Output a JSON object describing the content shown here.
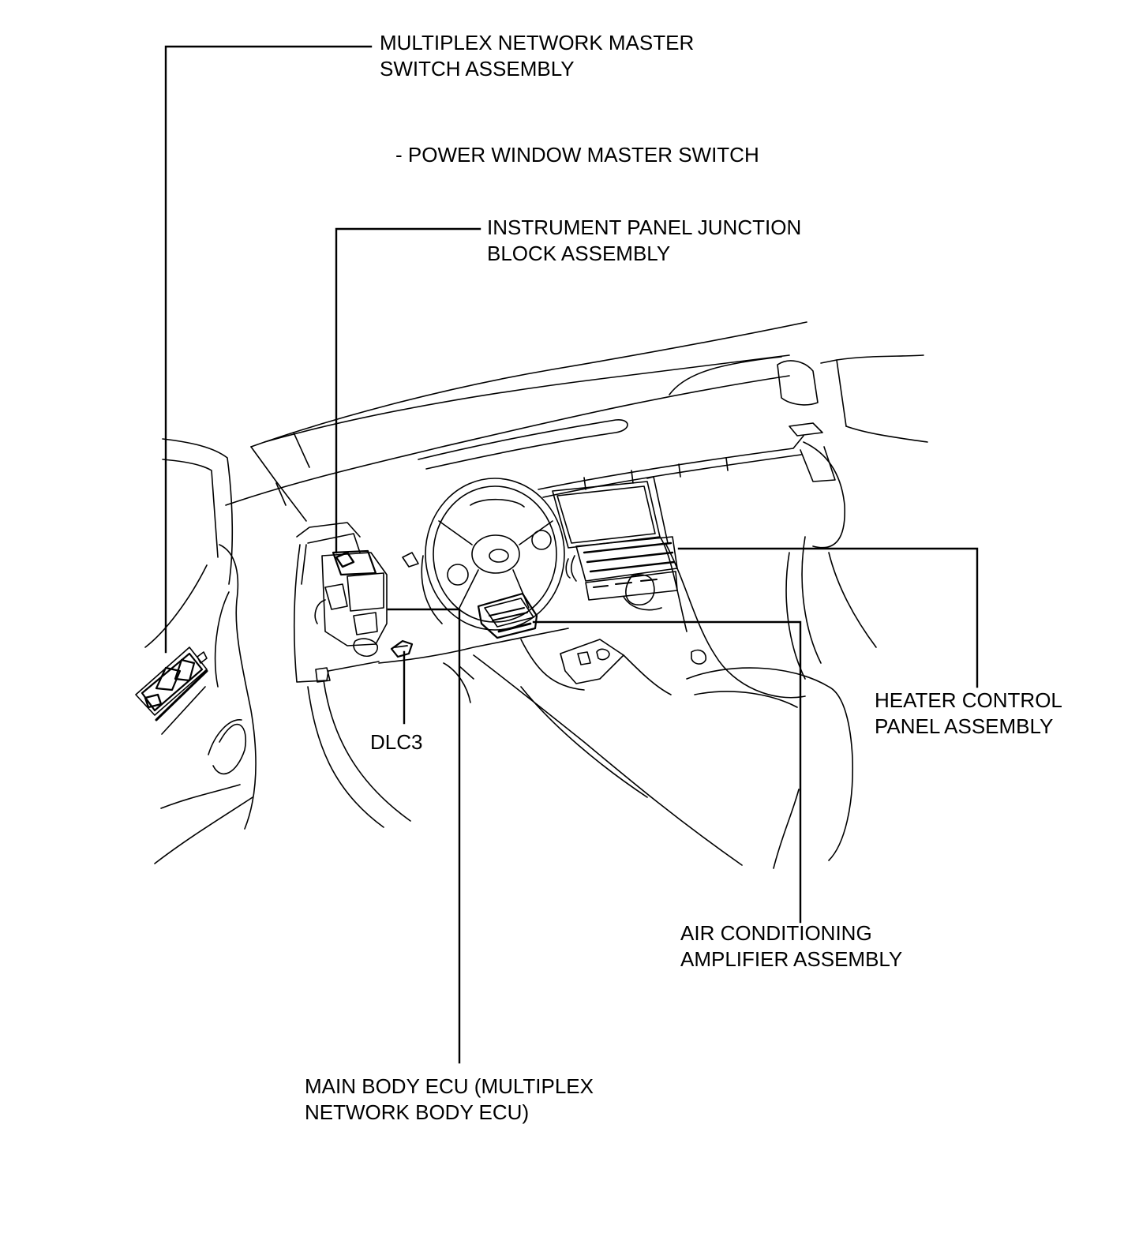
{
  "labels": {
    "multiplex_master": {
      "line1": "MULTIPLEX NETWORK MASTER",
      "line2": "SWITCH ASSEMBLY"
    },
    "power_window": "- POWER WINDOW MASTER SWITCH",
    "junction_block": {
      "line1": "INSTRUMENT PANEL JUNCTION",
      "line2": "BLOCK ASSEMBLY"
    },
    "heater_control": {
      "line1": "HEATER CONTROL",
      "line2": "PANEL ASSEMBLY"
    },
    "dlc3": "DLC3",
    "ac_amplifier": {
      "line1": "AIR CONDITIONING",
      "line2": "AMPLIFIER ASSEMBLY"
    },
    "main_body_ecu": {
      "line1": "MAIN BODY ECU (MULTIPLEX",
      "line2": "NETWORK BODY ECU)"
    }
  },
  "colors": {
    "ink": "#000000",
    "background": "#ffffff"
  }
}
